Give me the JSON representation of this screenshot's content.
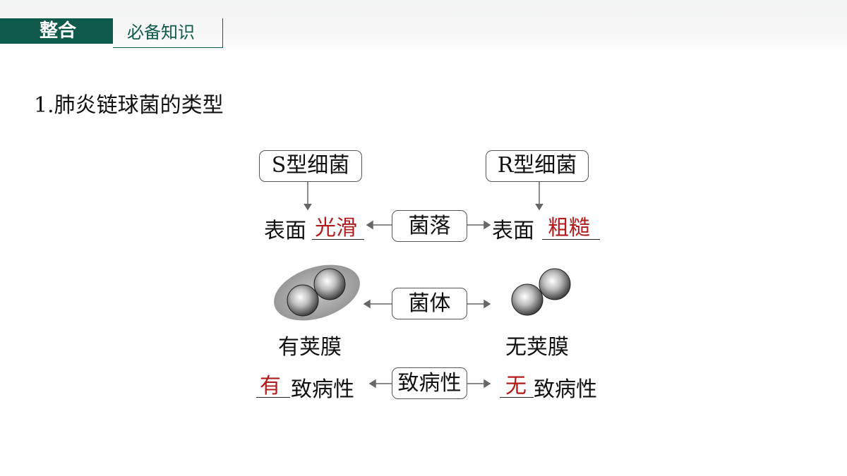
{
  "header": {
    "tag_dark": "整合",
    "tag_light": "必备知识"
  },
  "heading": "1.肺炎链球菌的类型",
  "diagram": {
    "s_type": "S型细菌",
    "r_type": "R型细菌",
    "row_colony": {
      "center": "菌落",
      "left_prefix": "表面",
      "left_answer": "光滑",
      "right_prefix": "表面",
      "right_answer": "粗糙"
    },
    "row_body": {
      "center": "菌体",
      "left_label": "有荚膜",
      "right_label": "无荚膜"
    },
    "row_pathogenicity": {
      "center": "致病性",
      "left_answer": "有",
      "left_suffix": "致病性",
      "right_answer": "无",
      "right_suffix": "致病性"
    },
    "colors": {
      "answer": "#b31b1b",
      "brand": "#0f5a4a"
    },
    "icons": [
      "capsule-bacteria-icon",
      "bare-bacteria-icon"
    ]
  }
}
